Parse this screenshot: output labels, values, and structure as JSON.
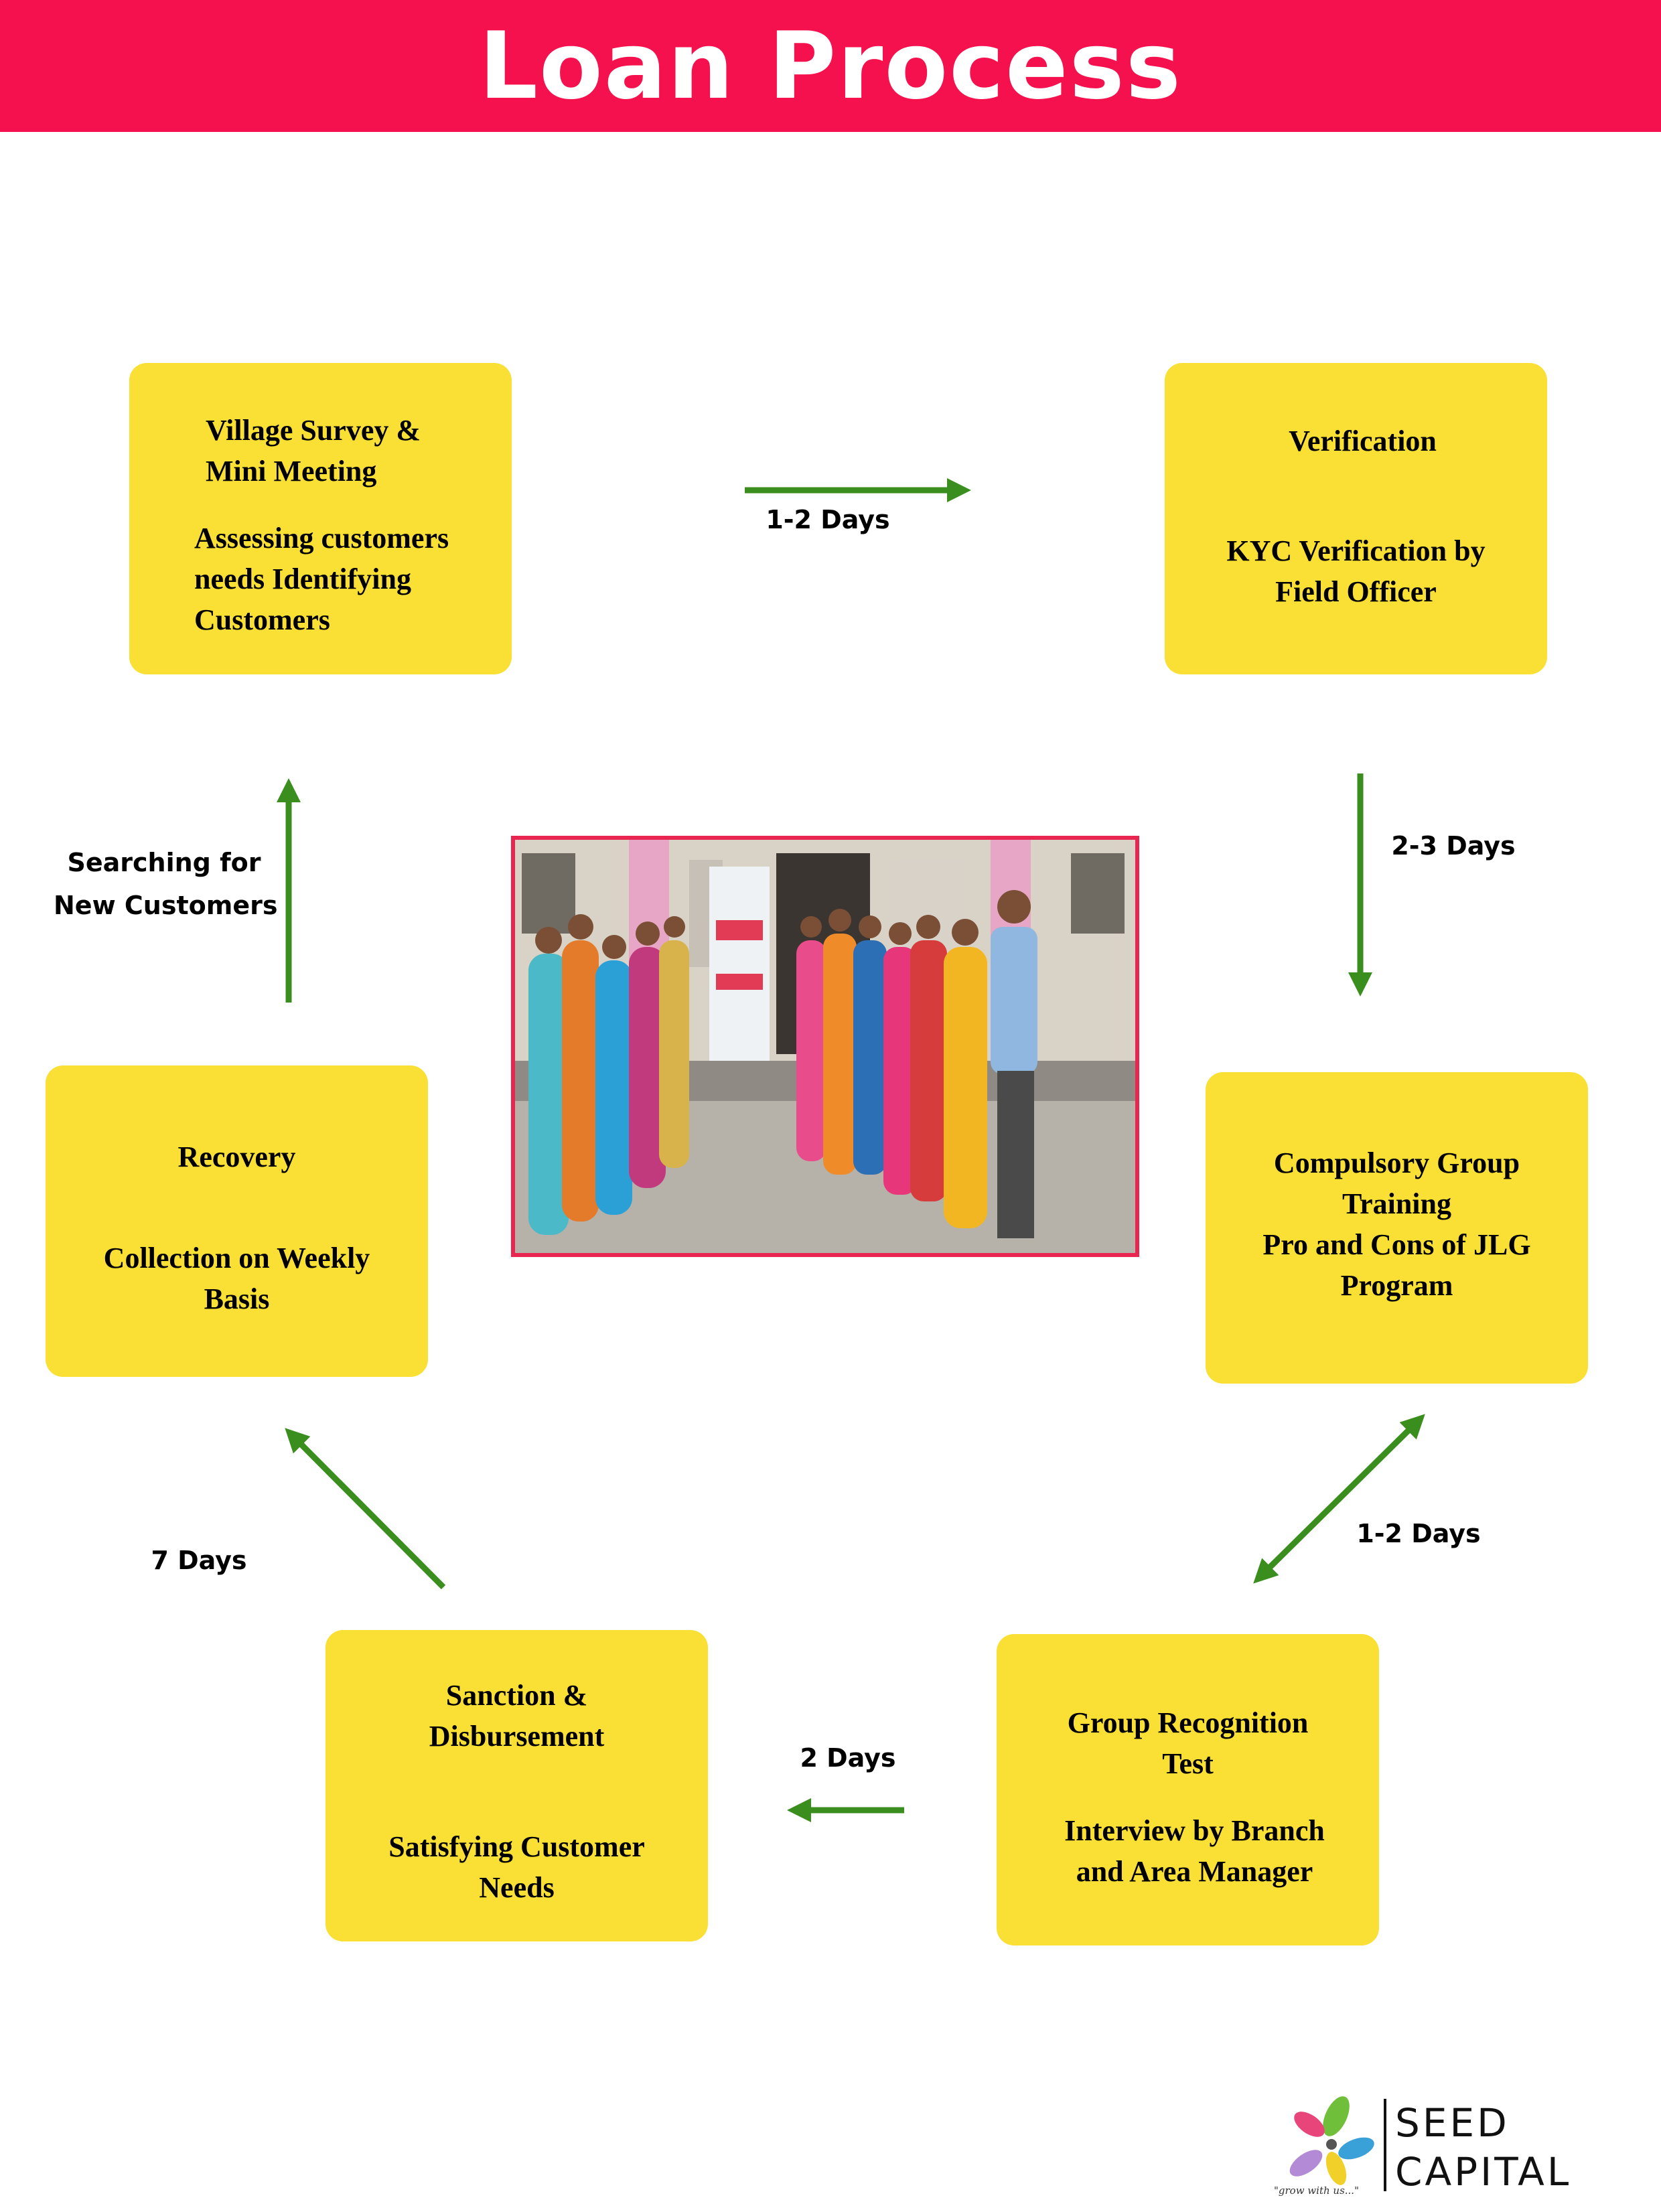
{
  "header": {
    "title": "Loan Process"
  },
  "steps": {
    "village_survey": {
      "title1": "Village Survey &",
      "title2": "Mini Meeting",
      "desc1": "Assessing customers",
      "desc2": "needs Identifying",
      "desc3": "Customers"
    },
    "verification": {
      "title": "Verification",
      "desc1": "KYC Verification by",
      "desc2": "Field Officer"
    },
    "group_training": {
      "line1": "Compulsory Group",
      "line2": "Training",
      "line3": "Pro and Cons of JLG",
      "line4": "Program"
    },
    "group_recognition": {
      "title1": "Group Recognition",
      "title2": "Test",
      "desc1": "Interview by Branch",
      "desc2": "and Area Manager"
    },
    "sanction": {
      "title1": "Sanction &",
      "title2": "Disbursement",
      "desc1": "Satisfying Customer",
      "desc2": "Needs"
    },
    "recovery": {
      "title": "Recovery",
      "desc1": "Collection on Weekly",
      "desc2": "Basis"
    }
  },
  "transitions": {
    "survey_to_verification": "1-2 Days",
    "verification_to_training": "2-3 Days",
    "training_to_recognition": "1-2 Days",
    "recognition_to_sanction": "2 Days",
    "sanction_to_recovery": "7 Days",
    "recovery_to_survey_line1": "Searching for",
    "recovery_to_survey_line2": "New Customers"
  },
  "colors": {
    "banner": "#f5114d",
    "box": "#fae034",
    "arrow": "#3a8e1e",
    "photo_border": "#e8264f"
  },
  "logo": {
    "line1": "SEED",
    "line2": "CAPITAL",
    "tagline": "\"grow with us...\""
  }
}
